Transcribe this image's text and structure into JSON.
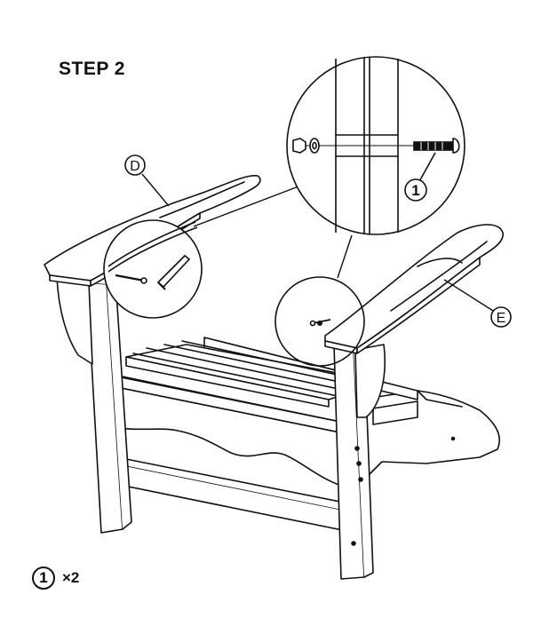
{
  "step": {
    "title": "STEP 2"
  },
  "parts": {
    "armrest_left": "D",
    "armrest_right": "E",
    "bolt": "1"
  },
  "quantity": {
    "part": "1",
    "count": "×2"
  }
}
